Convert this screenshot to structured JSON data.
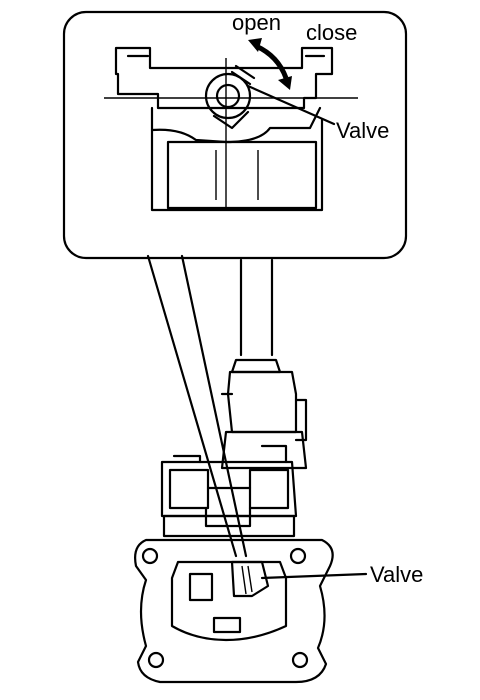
{
  "labels": {
    "open": "open",
    "close": "close",
    "valve_top": "Valve",
    "valve_bottom": "Valve"
  },
  "colors": {
    "ink": "#000000",
    "paper": "#ffffff"
  },
  "icons": {
    "rotation_arrow": "double-headed-curved-arrow"
  }
}
